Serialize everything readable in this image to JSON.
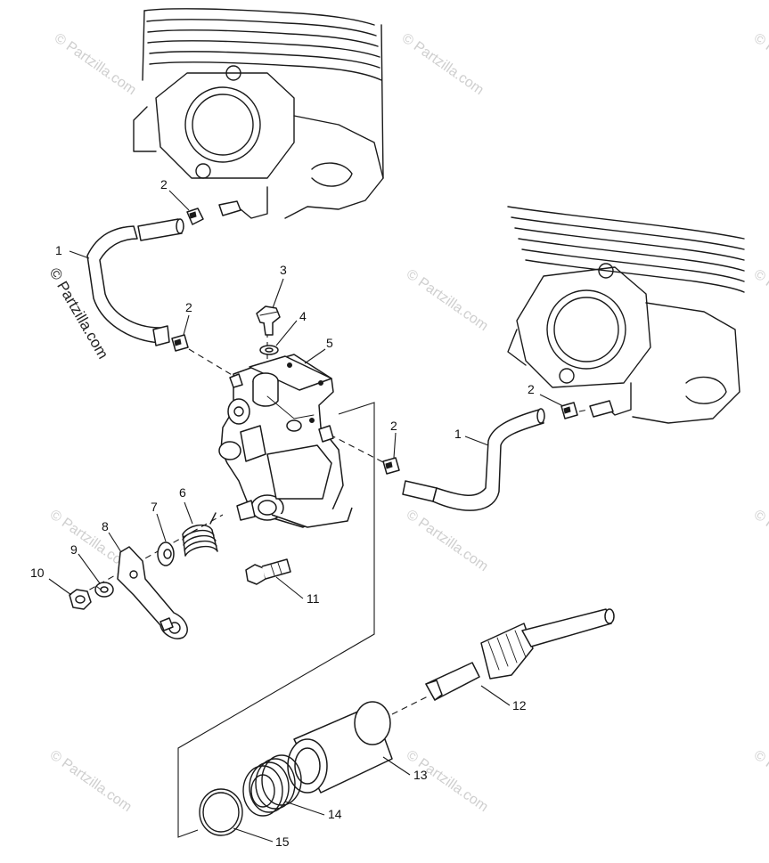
{
  "watermark": {
    "text": "© Partzilla.com",
    "side_text": "© Partzilla.com"
  },
  "callouts": {
    "c1_left": "1",
    "c1_right": "1",
    "c2_top": "2",
    "c2_mid": "2",
    "c2_pump": "2",
    "c2_right": "2",
    "c3": "3",
    "c4": "4",
    "c5": "5",
    "c6": "6",
    "c7": "7",
    "c8": "8",
    "c9": "9",
    "c10": "10",
    "c11": "11",
    "c12": "12",
    "c13": "13",
    "c14": "14",
    "c15": "15"
  }
}
